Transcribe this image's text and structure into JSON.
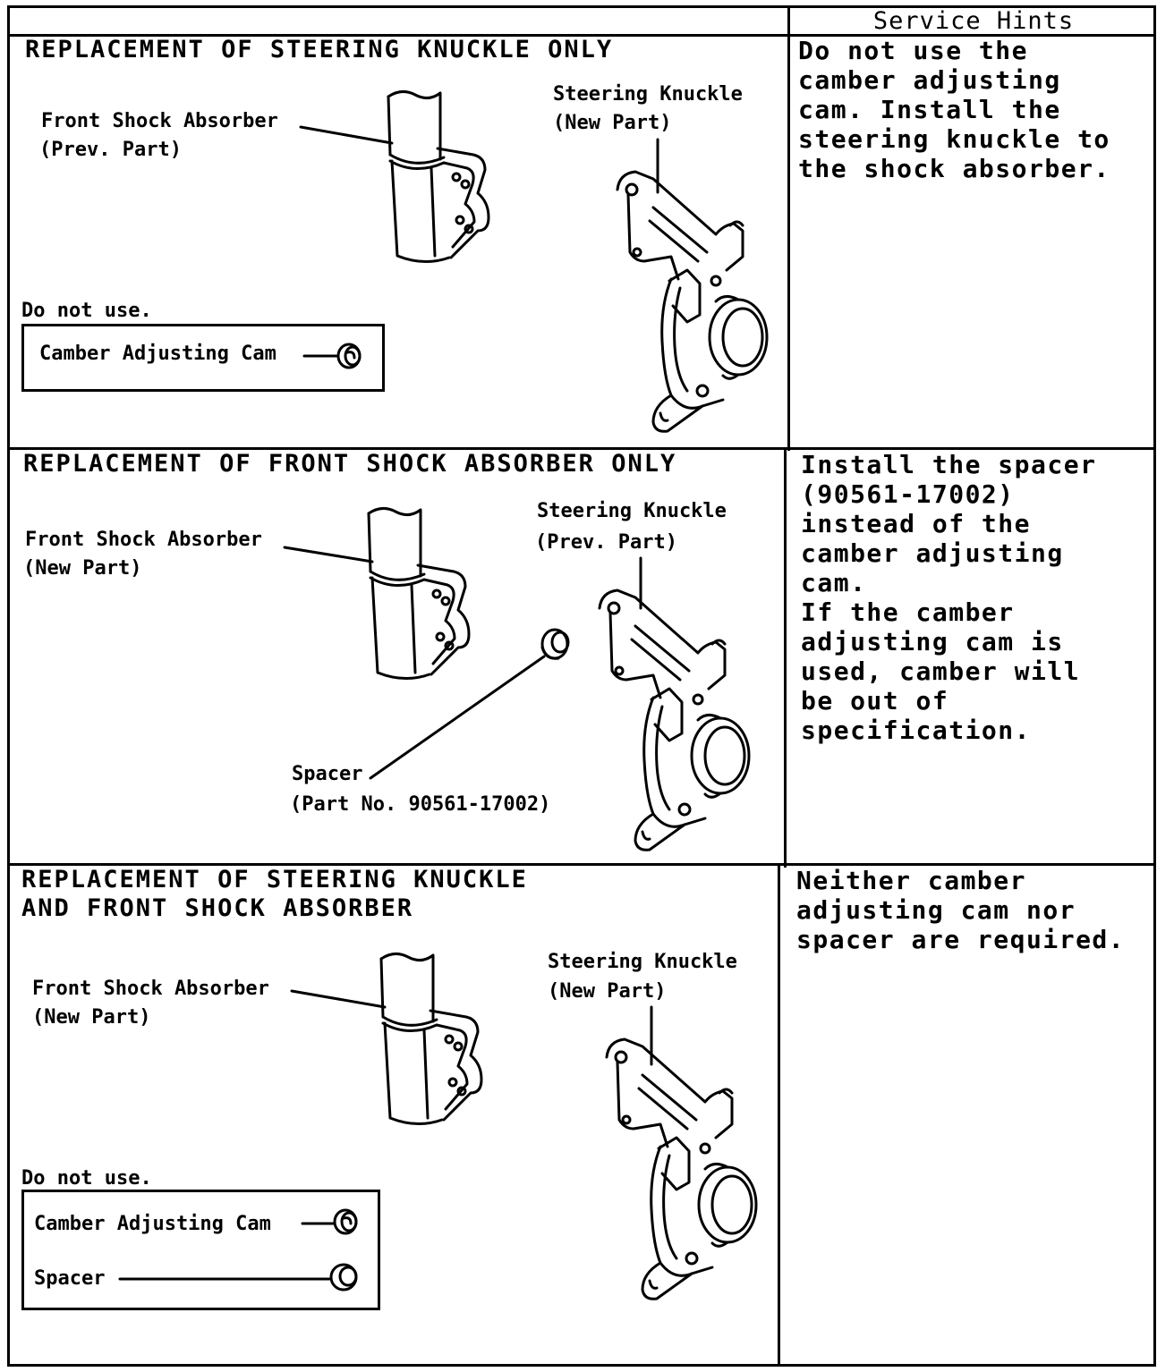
{
  "header": {
    "service_hints": "Service Hints"
  },
  "sections": [
    {
      "title_lines": [
        "REPLACEMENT OF STEERING KNUCKLE ONLY"
      ],
      "shock_label": [
        "Front Shock Absorber",
        "(Prev. Part)"
      ],
      "knuckle_label": [
        "Steering Knuckle",
        "(New Part)"
      ],
      "do_not_use": "Do not use.",
      "box_items": [
        "Camber Adjusting Cam"
      ],
      "hint_lines": [
        "Do not use the",
        "camber adjusting",
        "cam.  Install the",
        "steering knuckle to",
        "the shock absorber."
      ]
    },
    {
      "title_lines": [
        "REPLACEMENT OF FRONT SHOCK ABSORBER ONLY"
      ],
      "shock_label": [
        "Front Shock Absorber",
        "(New Part)"
      ],
      "knuckle_label": [
        "Steering Knuckle",
        "(Prev. Part)"
      ],
      "spacer_label": [
        "Spacer",
        "(Part No. 90561-17002)"
      ],
      "hint_lines": [
        "Install the spacer",
        "(90561-17002)",
        "instead of the",
        "camber adjusting",
        "cam.",
        "If the camber",
        "adjusting cam is",
        "used, camber will",
        "be out of",
        "specification."
      ]
    },
    {
      "title_lines": [
        "REPLACEMENT OF STEERING KNUCKLE",
        "AND FRONT SHOCK ABSORBER"
      ],
      "shock_label": [
        "Front Shock Absorber",
        "(New Part)"
      ],
      "knuckle_label": [
        "Steering Knuckle",
        "(New Part)"
      ],
      "do_not_use": "Do not use.",
      "box_items": [
        "Camber Adjusting Cam",
        "Spacer"
      ],
      "hint_lines": [
        "Neither camber",
        "adjusting cam nor",
        "spacer are required."
      ]
    }
  ]
}
